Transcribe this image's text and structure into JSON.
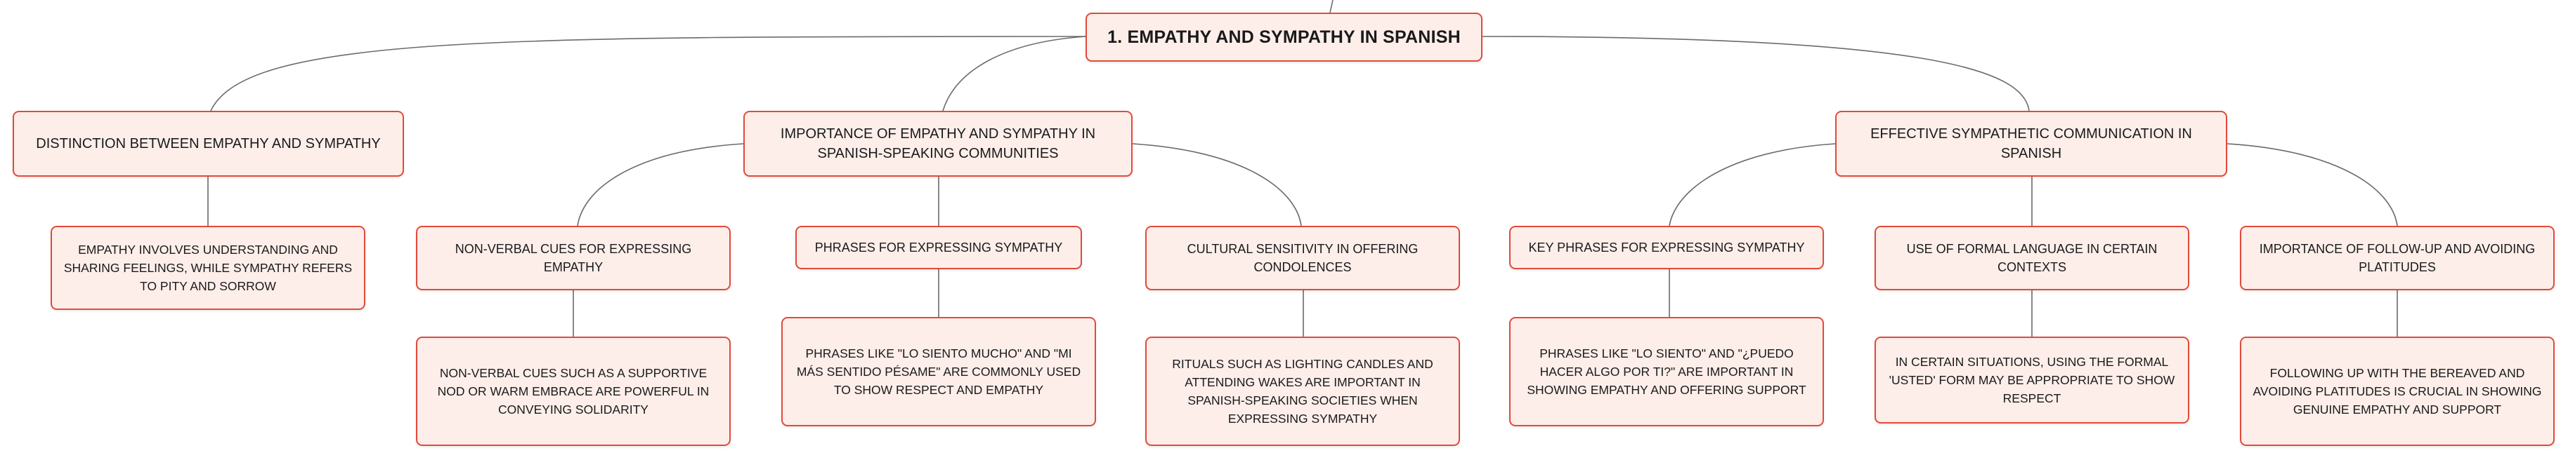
{
  "mindmap": {
    "root": {
      "label": "1. EMPATHY AND SYMPATHY IN SPANISH"
    },
    "branches": [
      {
        "label": "DISTINCTION BETWEEN EMPATHY AND SYMPATHY",
        "children": [
          {
            "label": "EMPATHY INVOLVES UNDERSTANDING AND SHARING FEELINGS, WHILE SYMPATHY REFERS TO PITY AND SORROW"
          }
        ]
      },
      {
        "label": "IMPORTANCE OF EMPATHY AND SYMPATHY IN SPANISH-SPEAKING COMMUNITIES",
        "children": [
          {
            "label": "NON-VERBAL CUES FOR EXPRESSING EMPATHY",
            "detail": "NON-VERBAL CUES SUCH AS A SUPPORTIVE NOD OR WARM EMBRACE ARE POWERFUL IN CONVEYING SOLIDARITY"
          },
          {
            "label": "PHRASES FOR EXPRESSING SYMPATHY",
            "detail": "PHRASES LIKE \"LO SIENTO MUCHO\" AND \"MI MÁS SENTIDO PÉSAME\" ARE COMMONLY USED TO SHOW RESPECT AND EMPATHY"
          },
          {
            "label": "CULTURAL SENSITIVITY IN OFFERING CONDOLENCES",
            "detail": "RITUALS SUCH AS LIGHTING CANDLES AND ATTENDING WAKES ARE IMPORTANT IN SPANISH-SPEAKING SOCIETIES WHEN EXPRESSING SYMPATHY"
          }
        ]
      },
      {
        "label": "EFFECTIVE SYMPATHETIC COMMUNICATION IN SPANISH",
        "children": [
          {
            "label": "KEY PHRASES FOR EXPRESSING SYMPATHY",
            "detail": "PHRASES LIKE \"LO SIENTO\" AND \"¿PUEDO HACER ALGO POR TI?\" ARE IMPORTANT IN SHOWING EMPATHY AND OFFERING SUPPORT"
          },
          {
            "label": "USE OF FORMAL LANGUAGE IN CERTAIN CONTEXTS",
            "detail": "IN CERTAIN SITUATIONS, USING THE FORMAL 'USTED' FORM MAY BE APPROPRIATE TO SHOW RESPECT"
          },
          {
            "label": "IMPORTANCE OF FOLLOW-UP AND AVOIDING PLATITUDES",
            "detail": "FOLLOWING UP WITH THE BEREAVED AND AVOIDING PLATITUDES IS CRUCIAL IN SHOWING GENUINE EMPATHY AND SUPPORT"
          }
        ]
      }
    ]
  },
  "colors": {
    "node_fill": "#fdeeea",
    "node_border": "#e24a3b",
    "connector": "#6b6b6b",
    "text": "#1a1a1a"
  }
}
